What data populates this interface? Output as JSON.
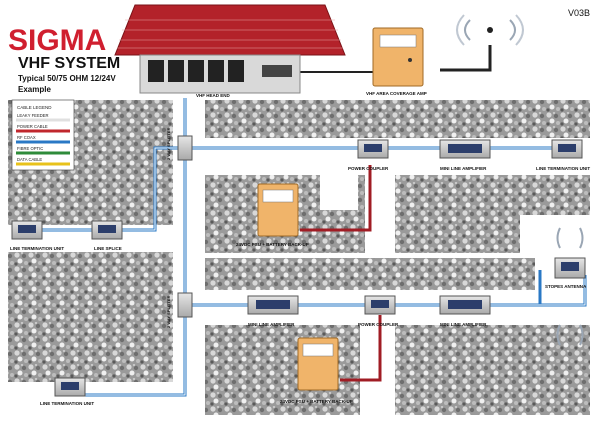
{
  "header": {
    "brand": "SIGMA",
    "system_title": "VHF SYSTEM",
    "subtitle": "Typical  50/75  OHM  12/24V",
    "example": "Example",
    "version": "V03B"
  },
  "legend": {
    "title": "CABLE LEGEND",
    "items": [
      {
        "label": "LEAKY FEEDER",
        "color": "#e0e0e0"
      },
      {
        "label": "POWER CABLE",
        "color": "#c0272d"
      },
      {
        "label": "RF COAX",
        "color": "#2a78c5"
      },
      {
        "label": "FIBRE OPTIC",
        "color": "#2e8b3a"
      },
      {
        "label": "DATA CABLE",
        "color": "#e8c21a"
      }
    ]
  },
  "labels": {
    "head_end": "VHF HEAD END",
    "area_amp": "VHF AREA COVERAGE AMP",
    "splitter_top": "2 WAY SPLITTER",
    "splitter_bottom": "2 WAY SPLITTER",
    "power_coupler_top": "POWER COUPLER",
    "power_coupler_bottom": "POWER COUPLER",
    "mini_amp_top": "MINI LINE AMPLIFIER",
    "mini_amp_bottom_left": "MINI LINE AMPLIFIER",
    "mini_amp_bottom_right": "MINI LINE AMPLIFIER",
    "line_term_top_right": "LINE TERMINATION UNIT",
    "line_term_left": "LINE TERMINATION UNIT",
    "line_term_bottom": "LINE TERMINATION UNIT",
    "line_splice": "LINE SPLICE",
    "psu_top": "24VDC PSU + BATTERY BACK-UP",
    "psu_bottom": "24VDC PSU + BATTERY BACK-UP",
    "stopes_antenna": "STOPES ANTENNA"
  },
  "colors": {
    "brand_red": "#d01f2f",
    "coax_blue": "#2a78c5",
    "power_red": "#a01c24",
    "rock_grey": "#8c8c8c",
    "roof_red": "#b3222a",
    "psu_orange": "#f0b46a"
  }
}
